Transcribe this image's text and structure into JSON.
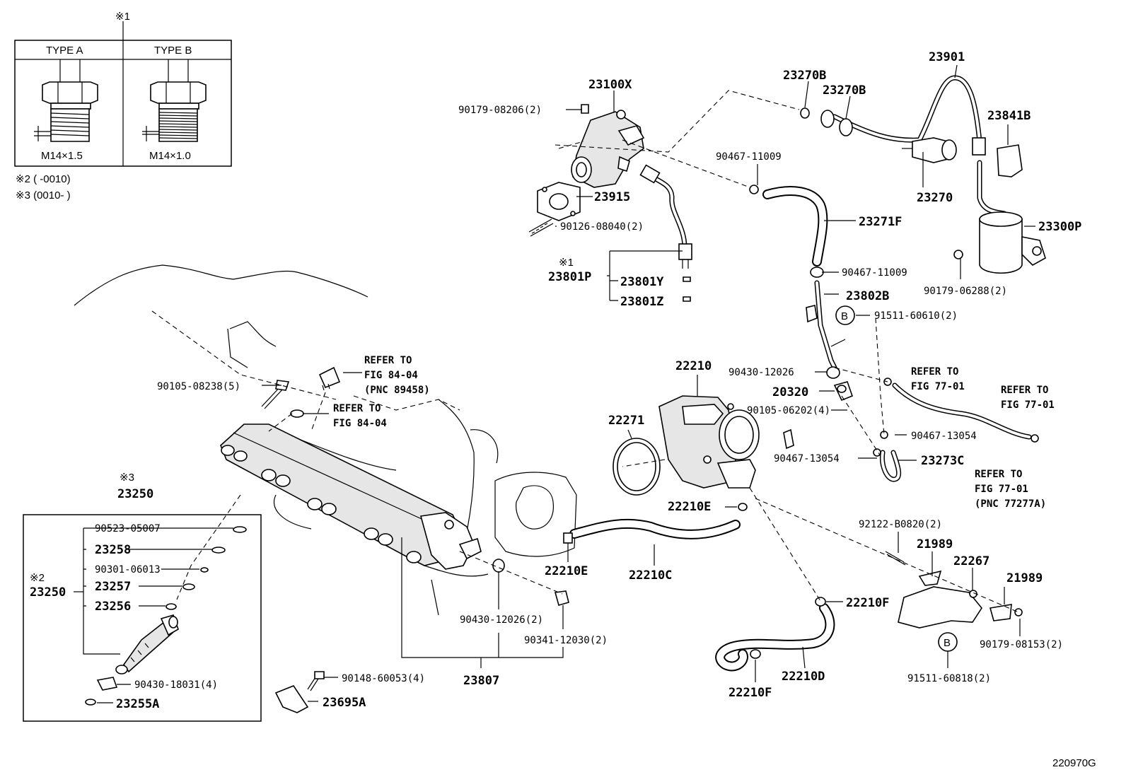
{
  "type_table": {
    "ref_mark": "※1",
    "col_a": "TYPE A",
    "col_b": "TYPE B",
    "thread_a": "M14×1.5",
    "thread_b": "M14×1.0",
    "note2": "※2 (     -0010)",
    "note3": "※3 (0010-     )"
  },
  "parts": {
    "p23100X": "23100X",
    "p90179_08206": "90179-08206(2)",
    "p23915": "23915",
    "p90126_08040": "90126-08040(2)",
    "mark1": "※1",
    "p23801P": "23801P",
    "p23801Y": "23801Y",
    "p23801Z": "23801Z",
    "p23270B_a": "23270B",
    "p23270B_b": "23270B",
    "p23901": "23901",
    "p23841B": "23841B",
    "p23270": "23270",
    "p90467_11009_a": "90467-11009",
    "p23271F": "23271F",
    "p90467_11009_b": "90467-11009",
    "p23802B": "23802B",
    "p23300P": "23300P",
    "p90179_06288": "90179-06288(2)",
    "p91511_60610": "91511-60610(2)",
    "circleB_1": "B",
    "p22210": "22210",
    "p90430_12026_a": "90430-12026",
    "p20320": "20320",
    "p90105_06202": "90105-06202(4)",
    "p22271": "22271",
    "p90467_13054_a": "90467-13054",
    "p90467_13054_b": "90467-13054",
    "p23273C": "23273C",
    "ref_77_01_a": [
      "REFER TO",
      "FIG 77-01"
    ],
    "ref_77_01_b": [
      "REFER TO",
      "FIG 77-01"
    ],
    "ref_77_01_c": [
      "REFER TO",
      "FIG 77-01",
      "(PNC 77277A)"
    ],
    "p22210E_a": "22210E",
    "p92122_B0820": "92122-B0820(2)",
    "p21989_a": "21989",
    "p22267": "22267",
    "p21989_b": "21989",
    "p22210F_a": "22210F",
    "p90179_08153": "90179-08153(2)",
    "circleB_2": "B",
    "p91511_60818": "91511-60818(2)",
    "p22210D": "22210D",
    "p22210F_b": "22210F",
    "p22210C": "22210C",
    "p22210E_b": "22210E",
    "p90105_08238": "90105-08238(5)",
    "ref_84_04_a": [
      "REFER TO",
      "FIG 84-04",
      "(PNC 89458)"
    ],
    "ref_84_04_b": [
      "REFER TO",
      "FIG 84-04"
    ],
    "mark3": "※3",
    "p23250_a": "23250",
    "mark2": "※2",
    "p23250_b": "23250",
    "p90523_05007": "90523-05007",
    "p23258": "23258",
    "p90301_06013": "90301-06013",
    "p23257": "23257",
    "p23256": "23256",
    "p90430_18031": "90430-18031(4)",
    "p23255A": "23255A",
    "p90430_12026_b": "90430-12026(2)",
    "p90341_12030": "90341-12030(2)",
    "p23807": "23807",
    "p90148_60053": "90148-60053(4)",
    "p23695A": "23695A"
  },
  "figure_code": "220970G"
}
